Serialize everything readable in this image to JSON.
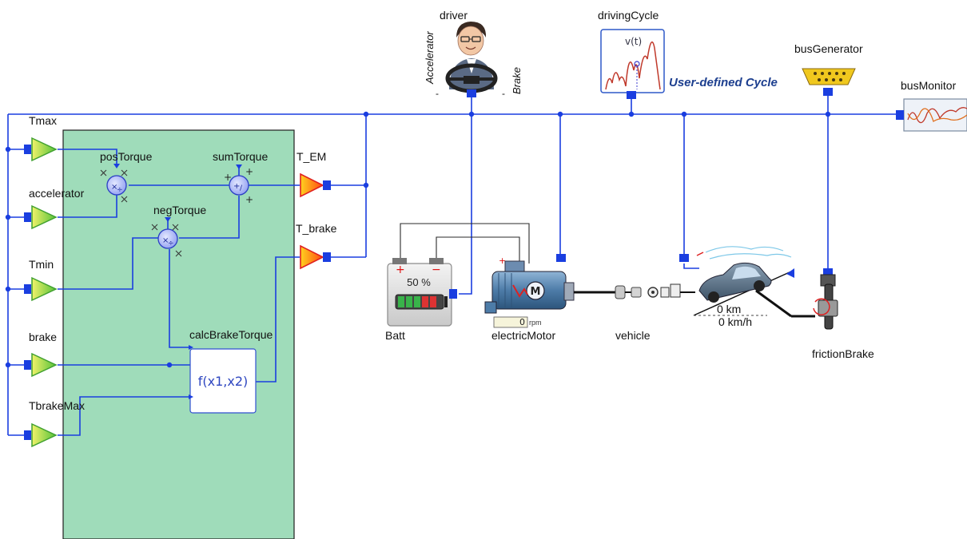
{
  "blocks": {
    "driver": "driver",
    "accelerator": "Accelerator",
    "brake_pedal": "Brake",
    "driving_cycle": "drivingCycle",
    "cycle_plot_label": "v(t)",
    "user_cycle": "User-defined Cycle",
    "bus_generator": "busGenerator",
    "bus_monitor": "busMonitor",
    "tmax": "Tmax",
    "accelerator_input": "accelerator",
    "tmin": "Tmin",
    "brake_input": "brake",
    "tbrake_max": "TbrakeMax",
    "pos_torque": "posTorque",
    "neg_torque": "negTorque",
    "sum_torque": "sumTorque",
    "t_em": "T_EM",
    "t_brake": "T_brake",
    "calc_brake_torque": "calcBrakeTorque",
    "calc_function": "f(x1,x2)",
    "batt": "Batt",
    "batt_soc": "50 %",
    "electric_motor": "electricMotor",
    "motor_letter": "M",
    "motor_speed": "0",
    "motor_speed_unit": "rpm",
    "vehicle": "vehicle",
    "distance": "0 km",
    "speed": "0 km/h",
    "friction_brake": "frictionBrake"
  },
  "colors": {
    "controller_fill": "#9fdcba",
    "wire": "#1a3ee0",
    "gain_fill": "#d6e62a",
    "output_fill": "#ff2b2b",
    "cycle_label": "#1d3f8f"
  }
}
